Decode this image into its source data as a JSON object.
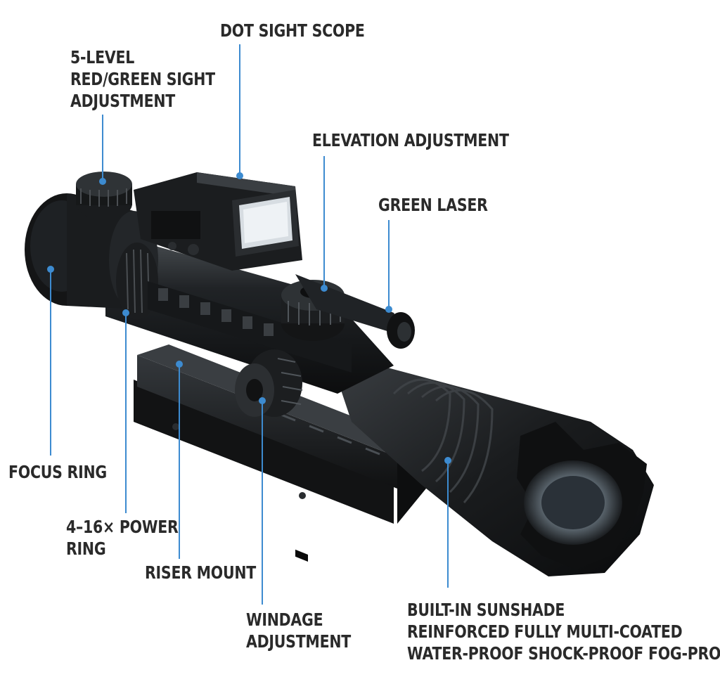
{
  "labels": {
    "dot_sight_scope": [
      "DOT SIGHT SCOPE"
    ],
    "sight_adjustment": [
      "5-LEVEL",
      "RED/GREEN SIGHT",
      "ADJUSTMENT"
    ],
    "elevation_adjustment": [
      "ELEVATION ADJUSTMENT"
    ],
    "green_laser": [
      "GREEN LASER"
    ],
    "focus_ring": [
      "FOCUS RING"
    ],
    "power_ring": [
      "4–16× POWER",
      "RING"
    ],
    "riser_mount": [
      "RISER MOUNT"
    ],
    "windage_adjustment": [
      "WINDAGE",
      "ADJUSTMENT"
    ],
    "sunshade": [
      "BUILT-IN SUNSHADE",
      "REINFORCED FULLY MULTI-COATED",
      "WATER-PROOF SHOCK-PROOF FOG-PROOF"
    ]
  },
  "colors": {
    "leader": "#3d8bd0",
    "text": "#2a2a2a",
    "metal_dark": "#151719",
    "metal_mid": "#2b2e31",
    "metal_light": "#5a5e62"
  }
}
